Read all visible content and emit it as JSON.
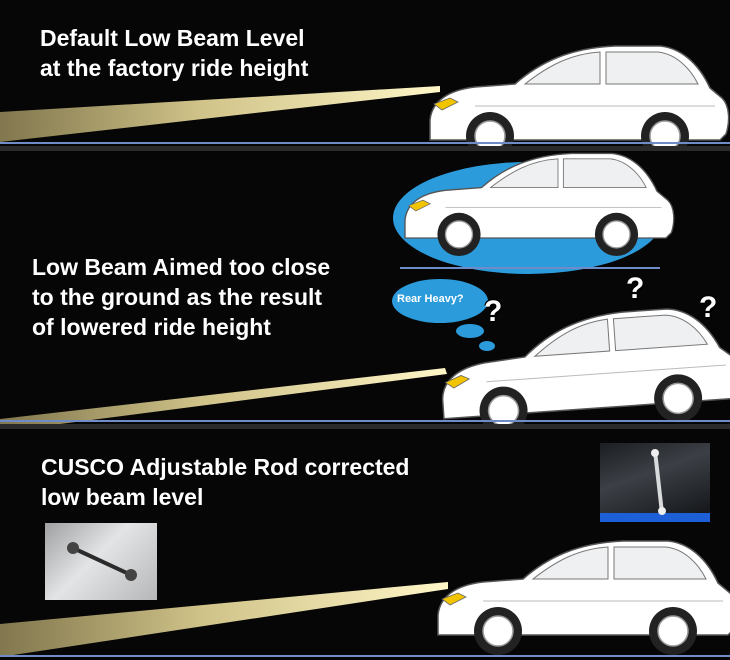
{
  "panels": [
    {
      "caption_lines": [
        "Default Low Beam Level",
        "at the factory ride height"
      ]
    },
    {
      "caption_lines": [
        "Low Beam Aimed too close",
        "to the ground as the result",
        "of lowered ride height"
      ]
    },
    {
      "caption_lines": [
        "CUSCO Adjustable Rod corrected",
        "low beam level"
      ]
    }
  ],
  "thought_bubble": {
    "text": "Rear Heavy?"
  },
  "question_mark": "?",
  "colors": {
    "background": "#060606",
    "beam": "#f5e7a6",
    "bubble": "#2b9bdc",
    "car_body": "#ffffff",
    "ground_line": "#6f8bc8"
  },
  "icons": [
    "car-illustration",
    "headlight-beam",
    "thought-bubble",
    "question-mark",
    "adjustable-rod-photo",
    "undercarriage-photo"
  ]
}
